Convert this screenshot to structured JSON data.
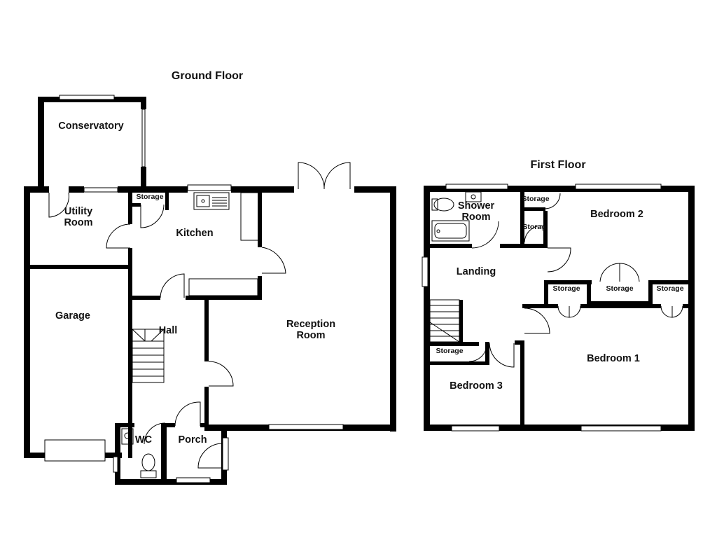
{
  "floors": {
    "ground": {
      "title": "Ground Floor",
      "rooms": {
        "conservatory": "Conservatory",
        "utility_1": "Utility",
        "utility_2": "Room",
        "storage": "Storage",
        "kitchen": "Kitchen",
        "garage": "Garage",
        "hall": "Hall",
        "reception_1": "Reception",
        "reception_2": "Room",
        "wc": "WC",
        "porch": "Porch"
      }
    },
    "first": {
      "title": "First Floor",
      "rooms": {
        "shower_1": "Shower",
        "shower_2": "Room",
        "storage_top": "Storage",
        "storage_mid": "Storag",
        "bedroom2": "Bedroom 2",
        "landing": "Landing",
        "storage_a": "Storage",
        "storage_b": "Storage",
        "storage_c": "Storage",
        "storage_stair": "Storage",
        "bedroom1": "Bedroom 1",
        "bedroom3": "Bedroom 3"
      }
    }
  }
}
